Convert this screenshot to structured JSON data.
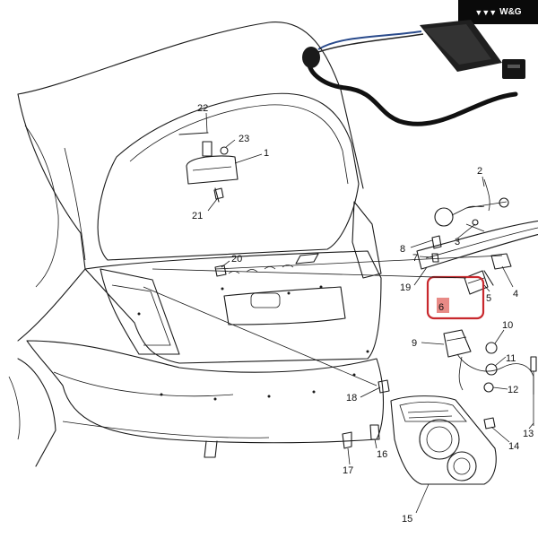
{
  "brand": {
    "text": "W&G",
    "mark": "wing-logo-icon"
  },
  "highlight_color": "#c8282d",
  "callouts": [
    {
      "id": "c1",
      "label": "1"
    },
    {
      "id": "c2",
      "label": "2"
    },
    {
      "id": "c3",
      "label": "3"
    },
    {
      "id": "c4",
      "label": "4"
    },
    {
      "id": "c5",
      "label": "5"
    },
    {
      "id": "c6",
      "label": "6"
    },
    {
      "id": "c7",
      "label": "7"
    },
    {
      "id": "c8",
      "label": "8"
    },
    {
      "id": "c9",
      "label": "9"
    },
    {
      "id": "c10",
      "label": "10"
    },
    {
      "id": "c11",
      "label": "11"
    },
    {
      "id": "c12",
      "label": "12"
    },
    {
      "id": "c13",
      "label": "13"
    },
    {
      "id": "c14",
      "label": "14"
    },
    {
      "id": "c15",
      "label": "15"
    },
    {
      "id": "c16",
      "label": "16"
    },
    {
      "id": "c17",
      "label": "17"
    },
    {
      "id": "c18",
      "label": "18"
    },
    {
      "id": "c19",
      "label": "19"
    },
    {
      "id": "c20",
      "label": "20"
    },
    {
      "id": "c21",
      "label": "21"
    },
    {
      "id": "c22",
      "label": "22"
    },
    {
      "id": "c23",
      "label": "23"
    }
  ]
}
